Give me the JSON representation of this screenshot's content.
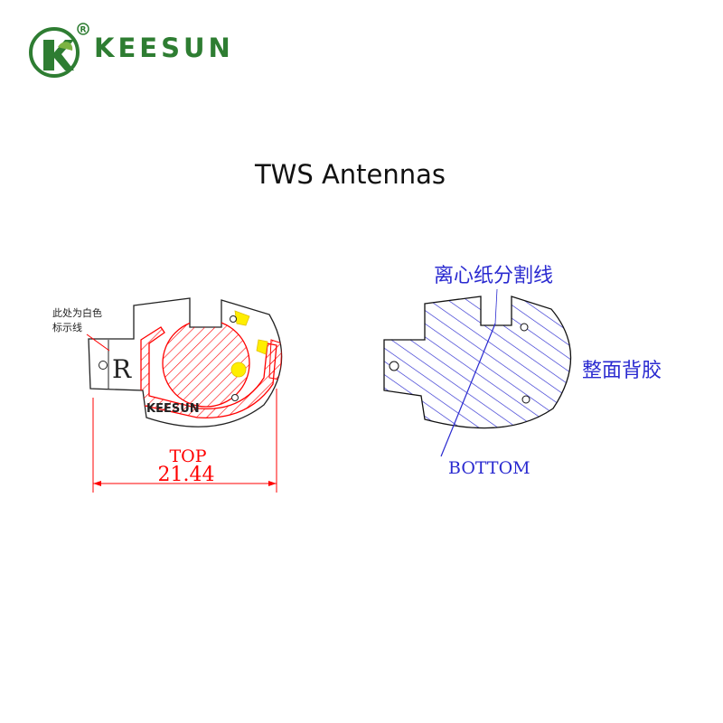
{
  "header": {
    "brand": "KEESUN",
    "registered_mark": "R",
    "logo_icon": "keesun-leaf-logo",
    "brand_color": "#2e7d32"
  },
  "title": "TWS Antennas",
  "top_view": {
    "annotation": [
      "此处为白色",
      "标示线"
    ],
    "label": "TOP",
    "dimension": "21.44",
    "part_marking": "KEESUN",
    "r_marking": "R",
    "line_color": "#ff0000",
    "pad_color": "#ffee00"
  },
  "bottom_view": {
    "release_paper_line": "离心纸分割线",
    "full_adhesive": "整面背胶",
    "label": "BOTTOM",
    "hatch_color": "#2a2ad0"
  }
}
